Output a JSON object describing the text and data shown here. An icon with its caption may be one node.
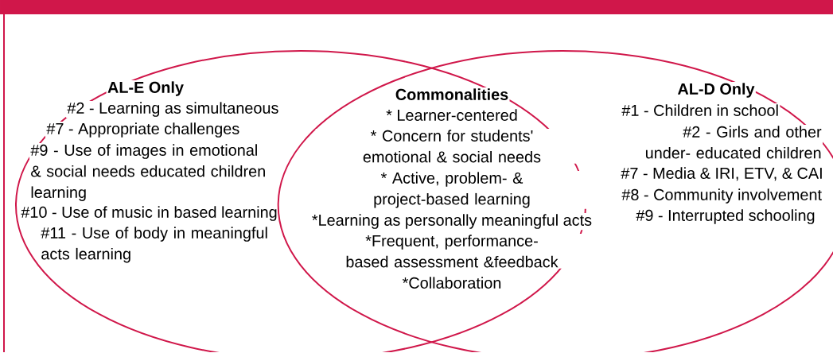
{
  "diagram": {
    "nodes": [
      {
        "text": [
          "AL-E Only",
          "#2 - Learning as simultaneous",
          "#7 - Appropriate challenges",
          "#9 - Use of images in emotional & social needs educated children learning",
          "#10 - Use of music in based learning",
          "#11 - Use of body in meaningful acts learning"
        ]
      },
      {
        "text": [
          "AL-D Only",
          "#1 - Children in school",
          "#2 - Girls and other under- educated children",
          "#7 - Media & IRI, ETV, & CAI",
          "#8 - Community involvement",
          "#9 - Interrupted schooling"
        ]
      }
    ],
    "labels": [
      "Commonalities",
      "* Learner-centered",
      "* Concern for students' emotional & social needs",
      "* Active, problem- & project-based learning",
      "*Learning as personally meaningful acts",
      "*Frequent, performance-based assessment &feedback",
      "*Collaboration"
    ]
  }
}
